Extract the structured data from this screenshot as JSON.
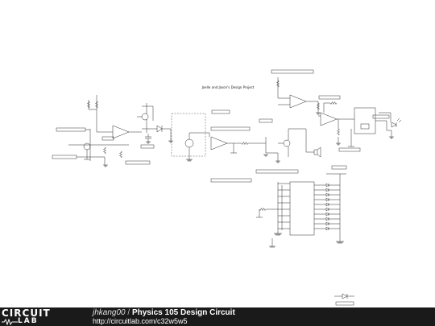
{
  "diagram": {
    "title": "Joelle and Jason's Design Project",
    "colors": {
      "wire": "#2b2b2b",
      "dash": "#555555",
      "label_box": "#333333",
      "background": "#ffffff"
    }
  },
  "footer": {
    "logo_top": "CIRCUIT",
    "logo_bottom": "LAB",
    "author": "jhkang00",
    "separator": " / ",
    "title": "Physics 105 Design Circuit",
    "url": "http://circuitlab.com/c32w5w5",
    "colors": {
      "background": "#1a1a1a",
      "text": "#ffffff"
    }
  }
}
